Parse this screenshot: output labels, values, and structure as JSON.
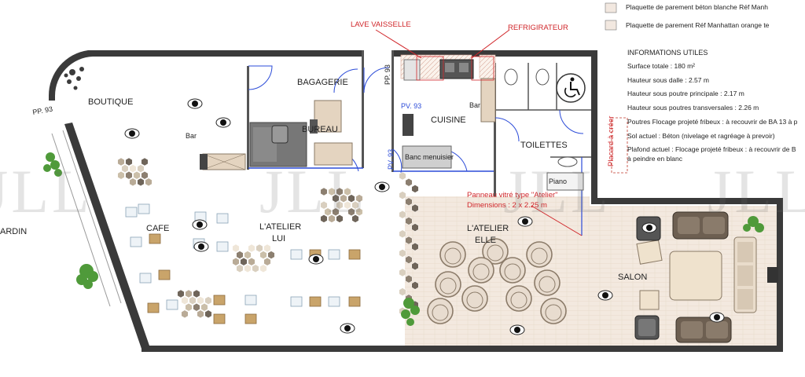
{
  "rooms": {
    "boutique": "BOUTIQUE",
    "bagagerie": "BAGAGERIE",
    "bureau": "BUREAU",
    "cuisine": "CUISINE",
    "toilettes": "TOILETTES",
    "cafe": "CAFE",
    "atelier_lui": [
      "L'ATELIER",
      "LUI"
    ],
    "atelier_elle": [
      "L'ATELIER",
      "ELLE"
    ],
    "salon": "SALON",
    "jardin": "ARDIN"
  },
  "small_labels": {
    "bar_left": "Bar",
    "bar_kitchen": "Bar",
    "piano": "Piano",
    "banc": "Banc menuisier",
    "pp93_left": "PP. 93",
    "pp93_top": "PP. 93",
    "pv93_a": "PV. 93",
    "pv93_b": "PV. 93"
  },
  "annotations": {
    "lave_vaisselle": "LAVE VAISSELLE",
    "refrigerateur": "REFRIGIRATEUR",
    "panneau_line1": "Panneau vitré type \"Atelier\"",
    "panneau_line2": "Dimensions : 2 x 2.25 m",
    "placard": "Placard à créer"
  },
  "legend": [
    {
      "label": "Plaquette de parement béton blanche Réf Manh"
    },
    {
      "label": "Plaquette de parement Réf Manhattan orange te"
    }
  ],
  "info": {
    "title": "INFORMATIONS UTILES",
    "lines": [
      "Surface totale : 180 m²",
      "Hauteur sous dalle : 2.57 m",
      "Hauteur sous poutre principale : 2.17 m",
      "Hauteur sous poutres transversales : 2.26 m",
      "Poutres Flocage projeté fribeux : à recouvrir de BA 13 à p",
      "Sol actuel : Béton (nivelage et ragréage à prevoir)",
      "Plafond actuel : Flocage projeté fribeux : à recouvrir de B",
      "à peindre en blanc"
    ]
  },
  "watermark": "JLL",
  "colors": {
    "wall": "#3a3a3a",
    "floor_wood": "#f1e6db",
    "door_blue": "#2b4bd8",
    "annotation_red": "#d0262a",
    "placard_red": "#c0392b",
    "chair_beige": "#e8dccf",
    "sofa_brown": "#6d5f51",
    "plant_green": "#4f9a3a"
  }
}
